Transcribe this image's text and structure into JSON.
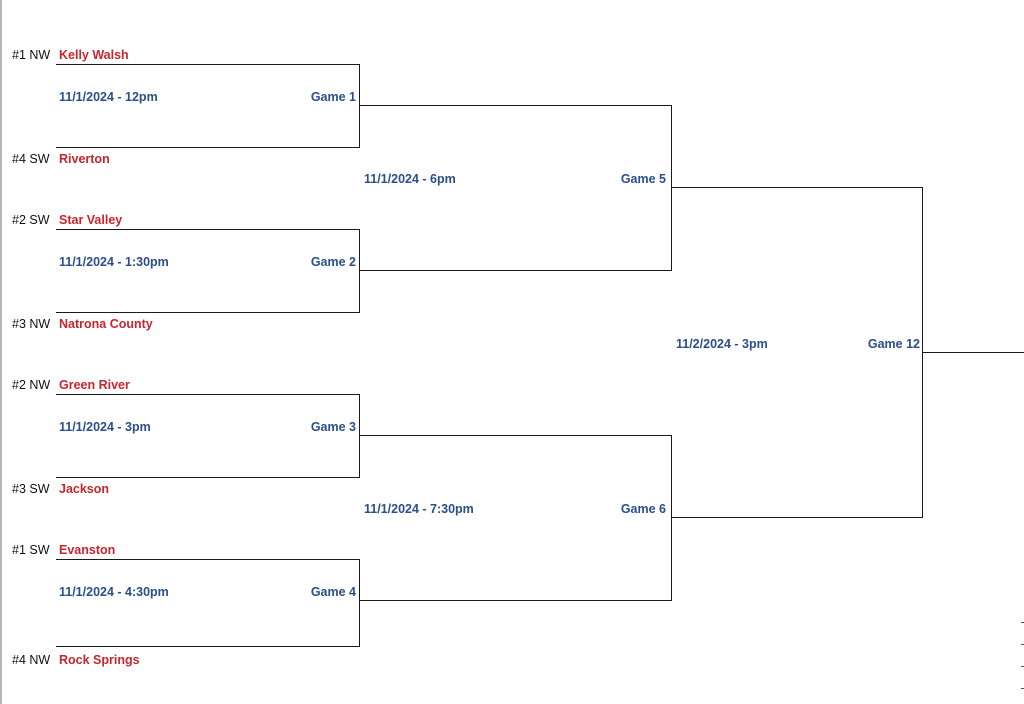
{
  "colors": {
    "team": "#c8262c",
    "info": "#2b4f8a",
    "line": "#1a1a1a"
  },
  "round1": [
    {
      "top_seed": "#1 NW",
      "top_team": "Kelly Walsh",
      "bottom_seed": "#4 SW",
      "bottom_team": "Riverton",
      "datetime": "11/1/2024 - 12pm",
      "game": "Game 1"
    },
    {
      "top_seed": "#2 SW",
      "top_team": "Star Valley",
      "bottom_seed": "#3 NW",
      "bottom_team": "Natrona County",
      "datetime": "11/1/2024 - 1:30pm",
      "game": "Game 2"
    },
    {
      "top_seed": "#2 NW",
      "top_team": "Green River",
      "bottom_seed": "#3 SW",
      "bottom_team": "Jackson",
      "datetime": "11/1/2024 - 3pm",
      "game": "Game 3"
    },
    {
      "top_seed": "#1 SW",
      "top_team": "Evanston",
      "bottom_seed": "#4 NW",
      "bottom_team": "Rock Springs",
      "datetime": "11/1/2024 - 4:30pm",
      "game": "Game 4"
    }
  ],
  "round2": [
    {
      "datetime": "11/1/2024 - 6pm",
      "game": "Game 5"
    },
    {
      "datetime": "11/1/2024 - 7:30pm",
      "game": "Game 6"
    }
  ],
  "final": {
    "datetime": "11/2/2024 - 3pm",
    "game": "Game 12"
  }
}
